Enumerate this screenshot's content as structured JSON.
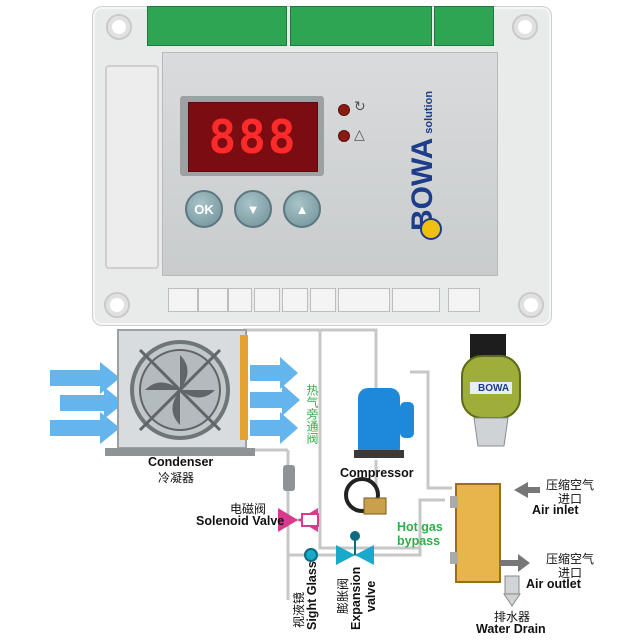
{
  "controller": {
    "display_text": "888",
    "ok_label": "OK",
    "brand": "BOWA",
    "brand_sub": "solution",
    "indicator_icons": [
      "refresh-icon",
      "warning-triangle-icon"
    ],
    "button_icons": [
      "ok-button",
      "arrow-down-icon",
      "arrow-up-icon"
    ]
  },
  "sensor": {
    "brand": "BOWA"
  },
  "labels": {
    "condenser_en": "Condenser",
    "condenser_cn": "冷凝器",
    "compressor": "Compressor",
    "bypass_valve_cn": "热气旁通阀",
    "solenoid_cn": "电磁阀",
    "solenoid_en": "Solenoid Valve",
    "hot_gas": "Hot gas",
    "bypass": "bypass",
    "sight_glass_cn": "视液镜",
    "sight_glass_en": "Sight Glass",
    "expansion_cn": "膨胀阀",
    "expansion_en_1": "Expansion",
    "expansion_en_2": "valve",
    "air_inlet_cn_1": "压缩空气",
    "air_inlet_cn_2": "进口",
    "air_inlet_en": "Air inlet",
    "air_outlet_cn_1": "压缩空气",
    "air_outlet_cn_2": "进口",
    "air_outlet_en": "Air outlet",
    "drain_cn": "排水器",
    "drain_en": "Water Drain"
  },
  "colors": {
    "led": "#ff2a2a",
    "brand": "#1d3d8a",
    "terminal_green": "#2ea552",
    "compressor_blue": "#1e88d9",
    "airflow_blue": "#4aa8ea",
    "exchanger_gold": "#e8b44c",
    "solenoid_pink": "#d63b8d",
    "expansion_cyan": "#19a9c9",
    "label_green": "#2fae4a"
  }
}
